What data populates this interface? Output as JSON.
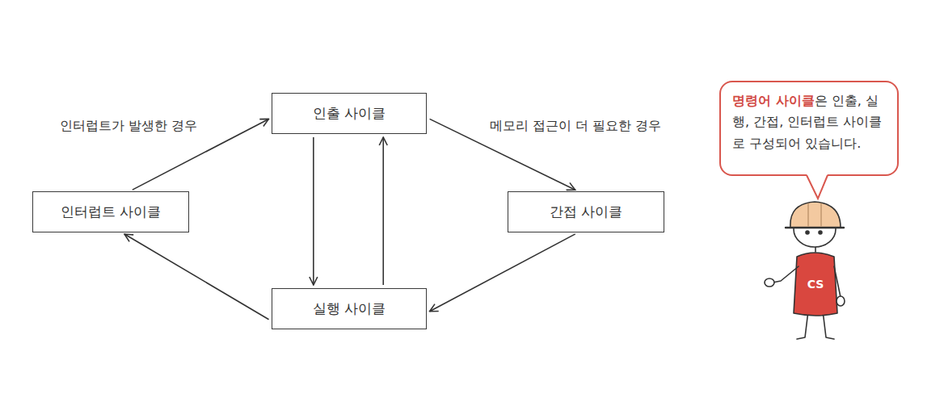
{
  "diagram": {
    "nodes": [
      {
        "text": [
          "인출 사이클"
        ]
      },
      {
        "text": [
          "인터럽트 사이클"
        ]
      },
      {
        "text": [
          "간접 사이클"
        ]
      },
      {
        "text": [
          "실행 사이클"
        ]
      },
      {
        "text": [
          "명령어 사이클",
          "은 인출, 실행, 간접, 인터럽트 사이클로 구성되어 있습니다."
        ]
      }
    ],
    "edges": [
      {
        "from": 0,
        "to": 2,
        "arrow": "to",
        "label": "메모리 접근이 더 필요한 경우"
      },
      {
        "from": 2,
        "to": 3,
        "arrow": "to"
      },
      {
        "from": 0,
        "to": 3,
        "arrow": "to"
      },
      {
        "from": 3,
        "to": 0,
        "arrow": "to"
      },
      {
        "from": 3,
        "to": 1,
        "arrow": "to"
      },
      {
        "from": 1,
        "to": 0,
        "arrow": "to",
        "label": "인터럽트가 발생한 경우"
      }
    ],
    "labels": [
      "CS"
    ]
  }
}
